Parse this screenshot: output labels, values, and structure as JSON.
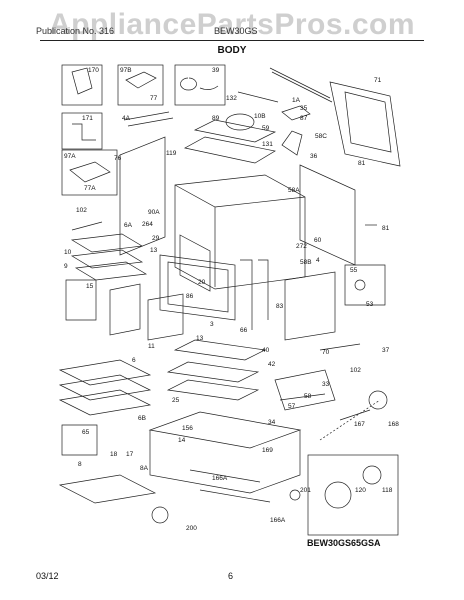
{
  "watermark": "AppliancePartsPros.com",
  "header": {
    "left": "Publication No. 316",
    "right": "BEW30GS",
    "title": "BODY"
  },
  "callouts": {
    "c170": "170",
    "c97b": "97B",
    "c39": "39",
    "c171": "171",
    "c77": "77",
    "c97a": "97A",
    "c77a": "77A",
    "c132": "132",
    "c1a": "1A",
    "c71": "71",
    "c4a": "4A",
    "c89": "89",
    "c10b": "10B",
    "c59": "59",
    "c35": "35",
    "c87": "87",
    "c58c": "58C",
    "c131": "131",
    "c36": "36",
    "c119": "119",
    "c76": "76",
    "c81": "81",
    "c58a": "58A",
    "c102a": "102",
    "c90a": "90A",
    "c6a": "6A",
    "c264": "264",
    "c29": "29",
    "c13a": "13",
    "c10": "10",
    "c9": "9",
    "c15": "15",
    "c86": "86",
    "c20": "20",
    "c272": "272",
    "c60": "60",
    "c58b": "58B",
    "c55": "55",
    "c53": "53",
    "c81b": "81",
    "c3": "3",
    "c4": "4",
    "c83": "83",
    "c66": "66",
    "c13b": "13",
    "c11": "11",
    "c70": "70",
    "c40": "40",
    "c42": "42",
    "c25": "25",
    "c102b": "102",
    "c37": "37",
    "c33": "33",
    "c57": "57",
    "c58": "58",
    "c34": "34",
    "c167": "167",
    "c168": "168",
    "c6": "6",
    "c6b": "6B",
    "c65": "65",
    "c18": "18",
    "c14": "14",
    "c156": "156",
    "c169": "169",
    "c8": "8",
    "c8a": "8A",
    "c166a": "166A",
    "c201": "201",
    "c120": "120",
    "c118": "118",
    "c200": "200",
    "c166b": "166A",
    "c17": "17"
  },
  "model": "BEW30GS65GSA",
  "footer": {
    "date": "03/12",
    "page": "6"
  }
}
